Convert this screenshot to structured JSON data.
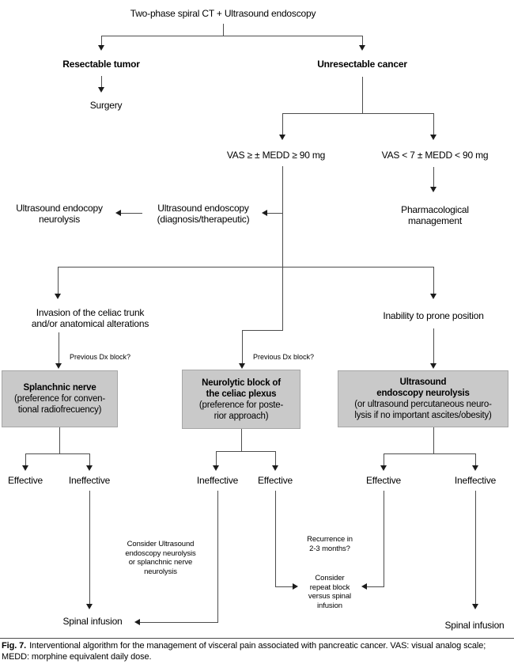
{
  "palette": {
    "background": "#ffffff",
    "line_color": "#4d4d4d",
    "arrow_color": "#1c1c1c",
    "box_fill": "#c9c9c9",
    "box_border": "#a6a6a6",
    "text_color": "#000000"
  },
  "flow": {
    "title": "Two-phase spiral CT + Ultrasound endoscopy",
    "resectable": "Resectable tumor",
    "surgery": "Surgery",
    "unresectable": "Unresectable cancer",
    "vas_high": "VAS ≥ ± MEDD ≥ 90 mg",
    "vas_low": "VAS < 7 ± MEDD < 90 mg",
    "pharmacological": [
      "Pharmacological",
      "management"
    ],
    "us_endoscopy_diag": [
      "Ultrasound endoscopy",
      "(diagnosis/therapeutic)"
    ],
    "us_endocopy_neurolysis": [
      "Ultrasound endocopy",
      "neurolysis"
    ],
    "invasion": [
      "Invasion of the celiac trunk",
      "and/or anatomical alterations"
    ],
    "inability": "Inability to prone position",
    "previous_dx_left": "Previous Dx block?",
    "previous_dx_mid": "Previous Dx block?",
    "box_splanchnic": {
      "title": [
        "Splanchnic nerve"
      ],
      "sub": [
        "(preference for conven-",
        "tional radiofrecuency)"
      ]
    },
    "box_neurolytic": {
      "title": [
        "Neurolytic block of",
        "the celiac plexus"
      ],
      "sub": [
        "(preference for poste-",
        "rior approach)"
      ]
    },
    "box_us_neurolysis": {
      "title": [
        "Ultrasound",
        "endoscopy neurolysis"
      ],
      "sub": [
        "(or ultrasound percutaneous neuro-",
        "lysis if no important ascites/obesity)"
      ]
    },
    "outcomes": {
      "left_effective": "Effective",
      "left_ineffective": "Ineffective",
      "mid_ineffective": "Ineffective",
      "mid_effective": "Effective",
      "right_effective": "Effective",
      "right_ineffective": "Ineffective"
    },
    "consider_us": [
      "Consider Ultrasound",
      "endoscopy neurolysis",
      "or splanchnic nerve",
      "neurolysis"
    ],
    "recurrence": [
      "Recurrence in",
      "2-3 months?"
    ],
    "consider_repeat": [
      "Consider",
      "repeat block",
      "versus spinal",
      "infusion"
    ],
    "spinal_left": "Spinal infusion",
    "spinal_right": "Spinal infusion"
  },
  "caption": {
    "fig_label": "Fig. 7.",
    "text": "Interventional algorithm for the management of visceral pain associated with pancreatic cancer. VAS: visual analog scale; MEDD: morphine equivalent daily dose."
  }
}
